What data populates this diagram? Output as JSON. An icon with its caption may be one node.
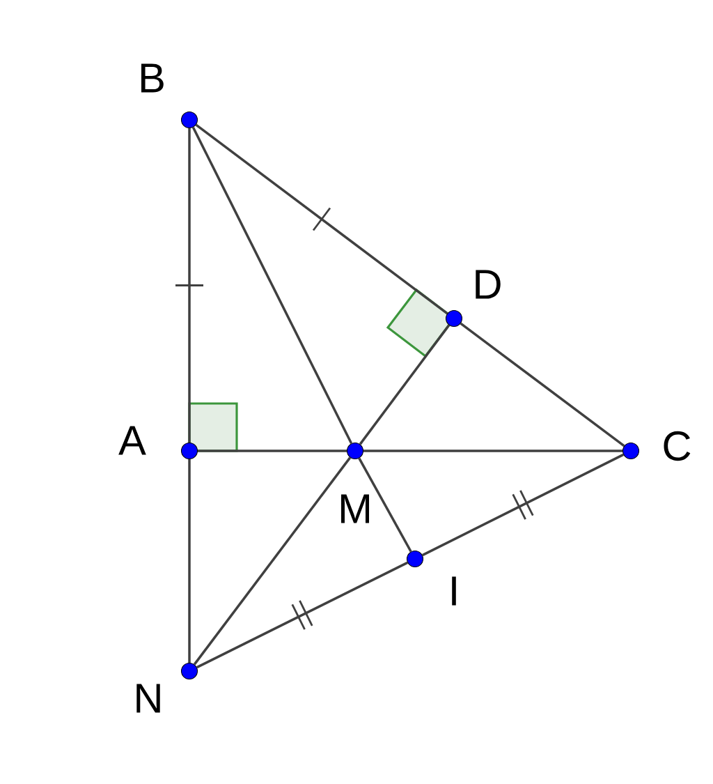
{
  "diagram": {
    "nodes": [
      {
        "text": [
          "B"
        ]
      },
      {
        "text": [
          "D"
        ]
      },
      {
        "text": [
          "A"
        ]
      },
      {
        "text": [
          "M"
        ]
      },
      {
        "text": [
          "C"
        ]
      },
      {
        "text": [
          "I"
        ]
      },
      {
        "text": [
          "N"
        ]
      }
    ],
    "edges": [
      {
        "from": 0,
        "to": 2,
        "arrow": "none"
      },
      {
        "from": 2,
        "to": 6,
        "arrow": "none"
      },
      {
        "from": 0,
        "to": 1,
        "arrow": "none"
      },
      {
        "from": 1,
        "to": 4,
        "arrow": "none"
      },
      {
        "from": 2,
        "to": 3,
        "arrow": "none"
      },
      {
        "from": 3,
        "to": 4,
        "arrow": "none"
      },
      {
        "from": 0,
        "to": 3,
        "arrow": "none"
      },
      {
        "from": 1,
        "to": 3,
        "arrow": "none"
      },
      {
        "from": 3,
        "to": 5,
        "arrow": "none"
      },
      {
        "from": 3,
        "to": 6,
        "arrow": "none"
      },
      {
        "from": 6,
        "to": 5,
        "arrow": "none"
      },
      {
        "from": 5,
        "to": 4,
        "arrow": "none"
      }
    ]
  }
}
